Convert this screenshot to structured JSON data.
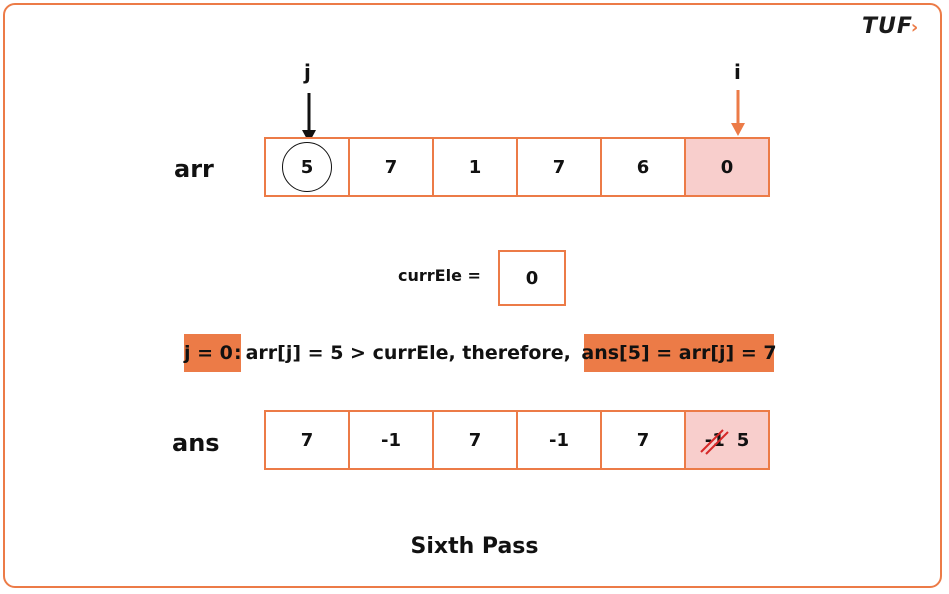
{
  "logo": {
    "text": "TUF",
    "accent": "›"
  },
  "pointers": {
    "j": "j",
    "i": "i"
  },
  "arr": {
    "label": "arr",
    "values": [
      "5",
      "7",
      "1",
      "7",
      "6",
      "0"
    ]
  },
  "curr": {
    "label": "currEle =",
    "value": "0"
  },
  "explanation": {
    "condition": "j = 0",
    "separator": ":",
    "text": "arr[j] = 5  > currEle, therefore,",
    "assignment": "ans[5] = arr[j] = 7"
  },
  "ans": {
    "label": "ans",
    "values": [
      "7",
      "-1",
      "7",
      "-1",
      "7"
    ],
    "last_old": "-1",
    "last_new": "5"
  },
  "caption": "Sixth Pass",
  "colors": {
    "accent": "#ec7b47",
    "highlight": "#f8cecc",
    "strike": "#d62828",
    "text": "#111111"
  }
}
